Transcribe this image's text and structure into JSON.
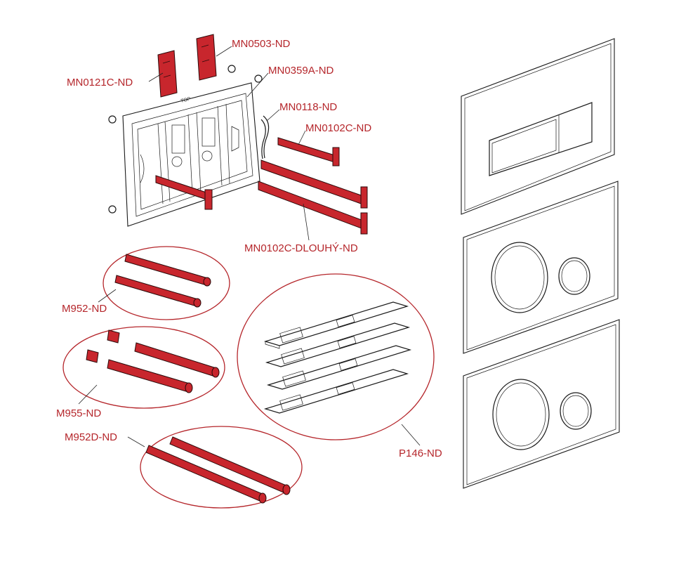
{
  "labels": {
    "mn0503": "MN0503-ND",
    "mn0121c": "MN0121C-ND",
    "mn0359a": "MN0359A-ND",
    "mn0118": "MN0118-ND",
    "mn0102c": "MN0102C-ND",
    "mn0102c_long": "MN0102C-DLOUHÝ-ND",
    "m952": "M952-ND",
    "m955": "M955-ND",
    "m952d": "M952D-ND",
    "p146": "P146-ND"
  },
  "frame_marking": "TOP",
  "colors": {
    "part_highlight": "#c8262d",
    "label": "#b5262b",
    "outline": "#1a1a1a"
  }
}
